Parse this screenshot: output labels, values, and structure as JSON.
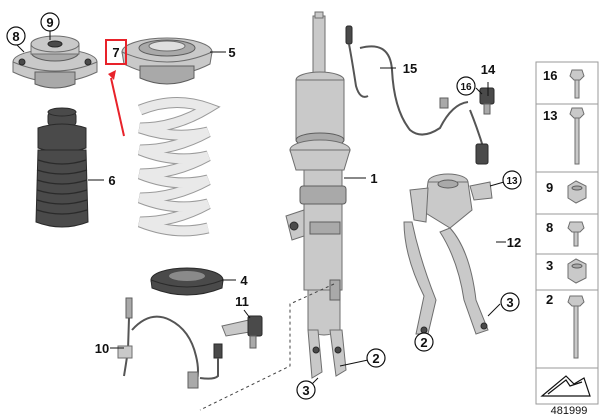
{
  "callouts": {
    "c1": "1",
    "c2a": "2",
    "c2b": "2",
    "c3a": "3",
    "c3b": "3",
    "c4": "4",
    "c5": "5",
    "c6": "6",
    "c7": "7",
    "c8": "8",
    "c9": "9",
    "c10": "10",
    "c11": "11",
    "c12": "12",
    "c13": "13",
    "c14": "14",
    "c15": "15",
    "c16": "16"
  },
  "side_panel": {
    "items": [
      {
        "label": "16"
      },
      {
        "label": "13"
      },
      {
        "label": "9"
      },
      {
        "label": "8"
      },
      {
        "label": "3"
      },
      {
        "label": "2"
      }
    ]
  },
  "reference_number": "481999",
  "colors": {
    "highlight": "#e8222a",
    "part_gray": "#c9c9c9",
    "rubber_dark": "#4a4a4a"
  }
}
